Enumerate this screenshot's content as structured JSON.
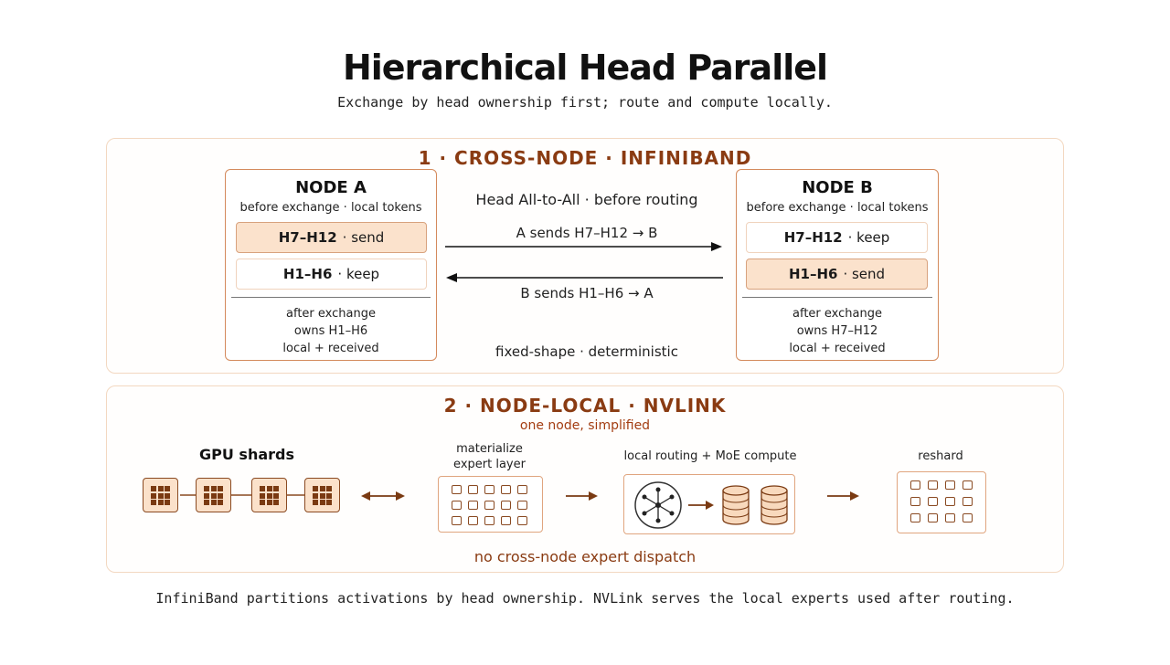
{
  "title": "Hierarchical Head Parallel",
  "subtitle": "Exchange by head ownership first; route and compute locally.",
  "section1": {
    "title": "1 · CROSS-NODE · INFINIBAND",
    "node_a": {
      "name": "NODE A",
      "subtitle": "before exchange · local tokens",
      "chip_top": {
        "heads": "H7–H12",
        "action": "· send"
      },
      "chip_bottom": {
        "heads": "H1–H6",
        "action": "· keep"
      },
      "after": [
        "after exchange",
        "owns H1–H6",
        "local + received"
      ]
    },
    "node_b": {
      "name": "NODE B",
      "subtitle": "before exchange · local tokens",
      "chip_top": {
        "heads": "H7–H12",
        "action": "· keep"
      },
      "chip_bottom": {
        "heads": "H1–H6",
        "action": "· send"
      },
      "after": [
        "after exchange",
        "owns H7–H12",
        "local + received"
      ]
    },
    "middle": {
      "heading": "Head All-to-All · before routing",
      "arrow_right": "A sends H7–H12 → B",
      "arrow_left": "B sends H1–H6 → A",
      "note": "fixed-shape · deterministic"
    }
  },
  "section2": {
    "title": "2 · NODE-LOCAL · NVLINK",
    "subtitle": "one node, simplified",
    "gpu_label": "GPU shards",
    "stage_materialize": [
      "materialize",
      "expert layer"
    ],
    "stage_routing": "local routing + MoE compute",
    "stage_reshard": "reshard",
    "footnote": "no cross-node expert dispatch"
  },
  "footer": "InfiniBand partitions activations by head ownership. NVLink serves the local experts used after routing.",
  "colors": {
    "accent": "#8a3b12",
    "send_fill": "#fbe2cc",
    "border": "#d48a5c",
    "section_border": "#f3d8c1"
  }
}
